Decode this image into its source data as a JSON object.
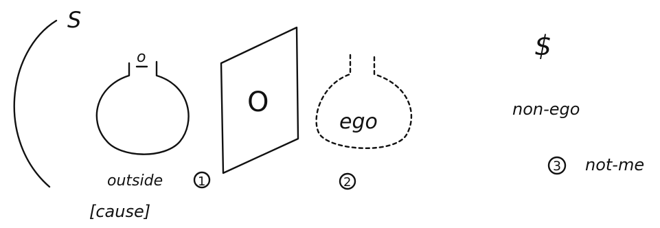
{
  "labels": {
    "s": "S",
    "o_small": "o",
    "o_big": "O",
    "ego": "ego",
    "outside": "outside",
    "cause": "[cause]",
    "num1": "1",
    "num2": "2",
    "num3": "3",
    "barred_s": "$",
    "non_ego": "non-ego",
    "not_me": "not-me"
  }
}
